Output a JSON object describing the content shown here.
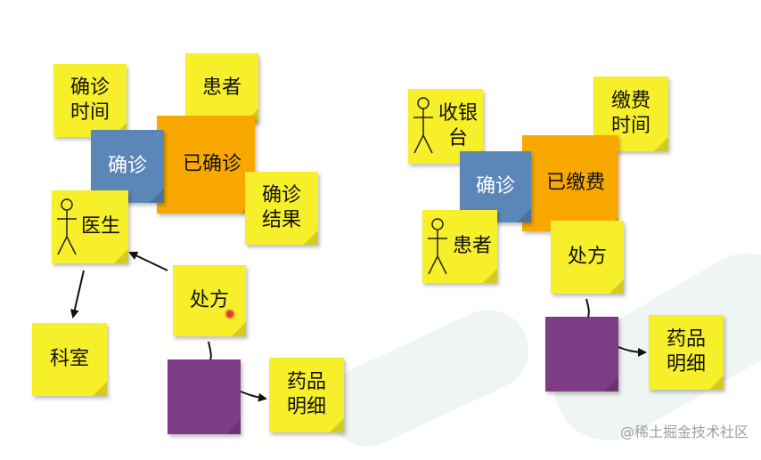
{
  "left": {
    "confirm_time": "确诊\n时间",
    "patient": "患者",
    "confirm": "确诊",
    "confirmed": "已确诊",
    "doctor": "医生",
    "result": "确诊\n结果",
    "prescription": "处方",
    "department": "科室",
    "drug_detail": "药品\n明细"
  },
  "right": {
    "cashier": "收银\n台",
    "pay_time": "缴费\n时间",
    "confirm": "确诊",
    "paid": "已缴费",
    "patient": "患者",
    "prescription": "处方",
    "drug_detail": "药品\n明细"
  },
  "watermark": "@稀土掘金技术社区",
  "colors": {
    "yellow": "#f7ef2a",
    "orange": "#f9a800",
    "blue": "#5b86b8",
    "purple": "#7d3c86"
  }
}
